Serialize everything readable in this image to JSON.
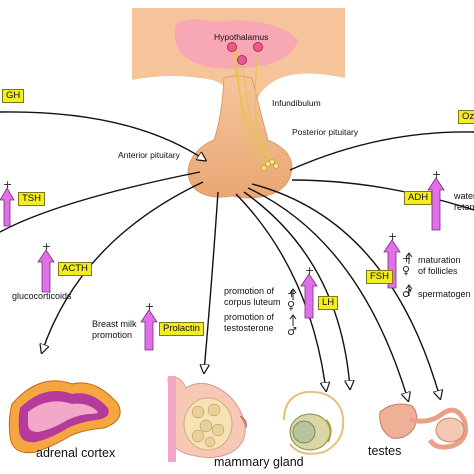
{
  "labels": {
    "hypothalamus": "Hypothalamus",
    "infundibulum": "Infundibulum",
    "posterior_pituitary": "Posterior pituitary",
    "anterior_pituitary": "Anterior pituitary"
  },
  "hormones": {
    "gh": "GH",
    "tsh": "TSH",
    "acth": "ACTH",
    "prolactin": "Prolactin",
    "lh": "LH",
    "fsh": "FSH",
    "adh": "ADH",
    "oxytocin_partial": "Oz"
  },
  "effects": {
    "glucocorticoids": "glucocorticoids",
    "breast_milk_line1": "Breast milk",
    "breast_milk_line2": "promotion",
    "corpus_luteum_line1": "promotion of",
    "corpus_luteum_line2": "corpus luteum",
    "testosterone_line1": "promotion of",
    "testosterone_line2": "testosterone",
    "follicles_line1": "maturation",
    "follicles_line2": "of follicles",
    "spermatogen": "spermatogen",
    "water_line1": "water",
    "water_line2": "retenti"
  },
  "symbols": {
    "plus": "+",
    "female": "♀",
    "male": "♂"
  },
  "organs": {
    "adrenal_cortex": "adrenal cortex",
    "mammary_gland": "mammary gland",
    "testes": "testes"
  },
  "colors": {
    "stimulation_arrow": "#e070e6",
    "hormone_box": "#f2ec22",
    "hypothalamus_fill": "#f6a8b2",
    "pituitary_fill": "#f2b98a"
  }
}
